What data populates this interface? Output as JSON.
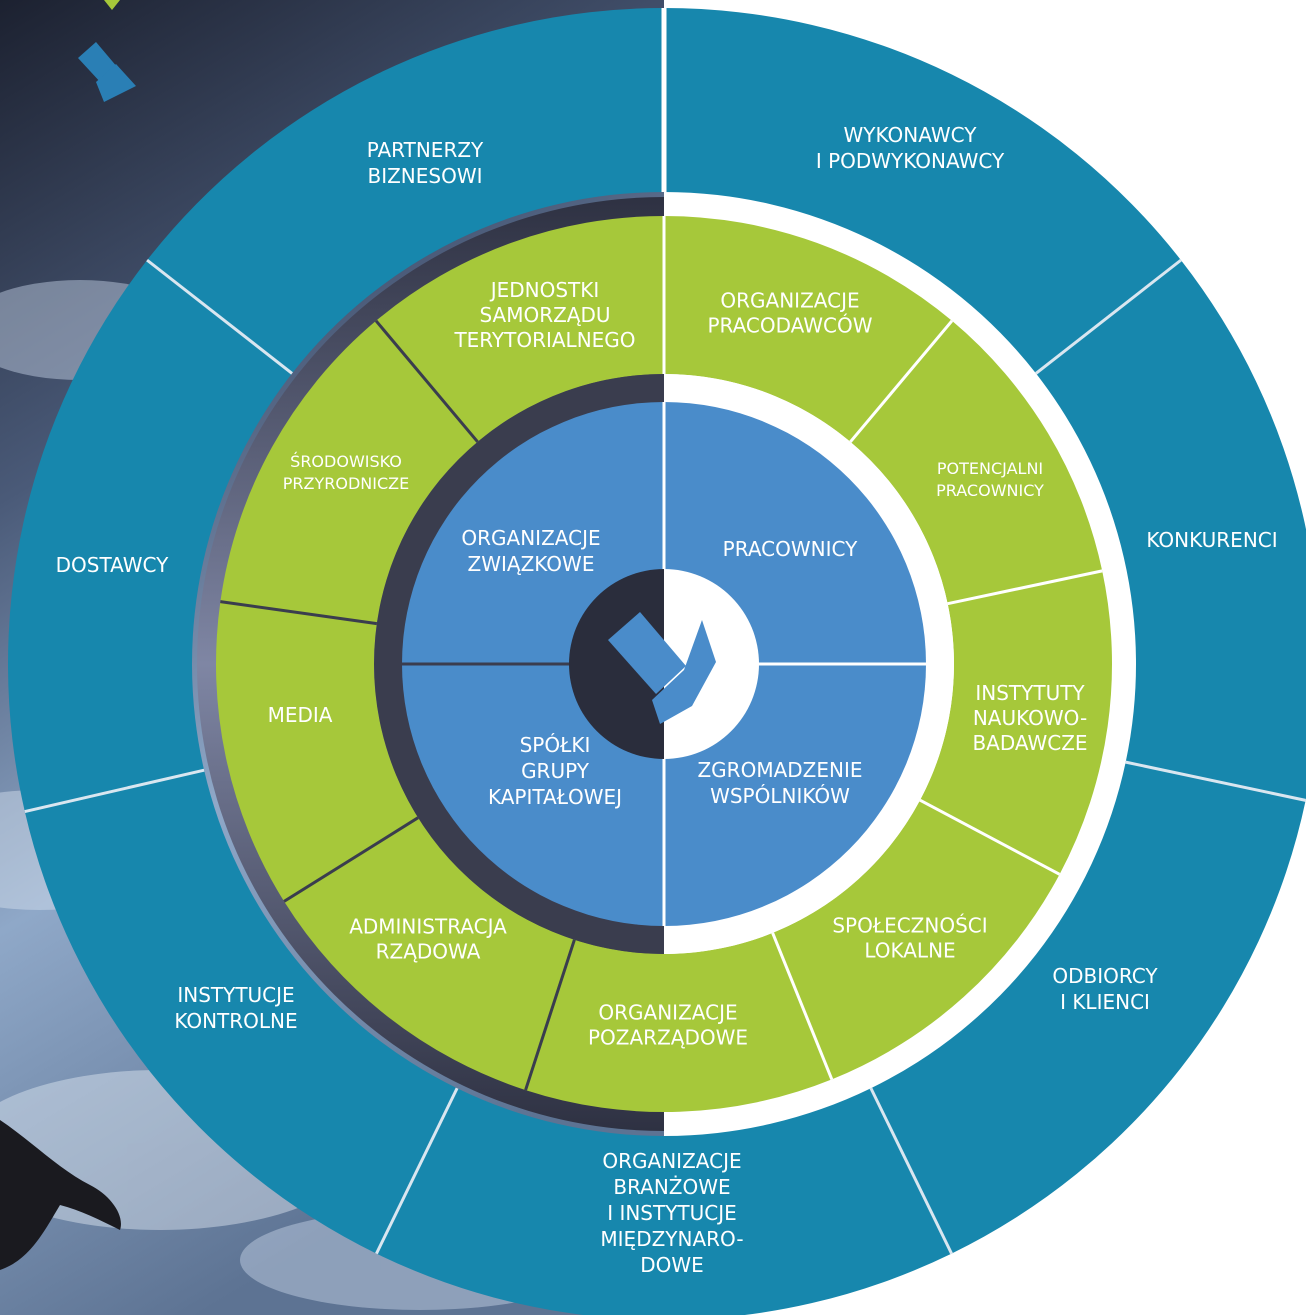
{
  "colors": {
    "outer_ring": "#1787ad",
    "middle_ring": "#a6c83a",
    "inner_circle": "#4a8cca",
    "dark_band": "#3a3d4e",
    "white_band": "#ffffff",
    "sky_dark": "#1c2130",
    "sky_light": "#8fa8c8"
  },
  "outer_ring": [
    {
      "id": "partnerzy",
      "lines": [
        "PARTNERZY",
        "BIZNESOWI"
      ]
    },
    {
      "id": "wykonawcy",
      "lines": [
        "WYKONAWCY",
        "I PODWYKONAWCY"
      ]
    },
    {
      "id": "konkurenci",
      "lines": [
        "KONKURENCI"
      ]
    },
    {
      "id": "odbiorcy",
      "lines": [
        "ODBIORCY",
        "I KLIENCI"
      ]
    },
    {
      "id": "branzowe",
      "lines": [
        "ORGANIZACJE",
        "BRANŻOWE",
        "I INSTYTUCJE",
        "MIĘDZYNARO-",
        "DOWE"
      ]
    },
    {
      "id": "kontrolne",
      "lines": [
        "INSTYTUCJE",
        "KONTROLNE"
      ]
    },
    {
      "id": "dostawcy",
      "lines": [
        "DOSTAWCY"
      ]
    }
  ],
  "middle_ring": [
    {
      "id": "pracodawcow",
      "lines": [
        "ORGANIZACJE",
        "PRACODAWCÓW"
      ]
    },
    {
      "id": "potencjalni",
      "lines": [
        "POTENCJALNI",
        "PRACOWNICY"
      ]
    },
    {
      "id": "instytuty",
      "lines": [
        "INSTYTUTY",
        "NAUKOWO-",
        "BADAWCZE"
      ]
    },
    {
      "id": "spolecznosci",
      "lines": [
        "SPOŁECZNOŚCI",
        "LOKALNE"
      ]
    },
    {
      "id": "pozarzadowe",
      "lines": [
        "ORGANIZACJE",
        "POZARZĄDOWE"
      ]
    },
    {
      "id": "administracja",
      "lines": [
        "ADMINISTRACJA",
        "RZĄDOWA"
      ]
    },
    {
      "id": "media",
      "lines": [
        "MEDIA"
      ]
    },
    {
      "id": "srodowisko",
      "lines": [
        "ŚRODOWISKO",
        "PRZYRODNICZE"
      ]
    },
    {
      "id": "samorzadu",
      "lines": [
        "JEDNOSTKI",
        "SAMORZĄDU",
        "TERYTORIALNEGO"
      ]
    }
  ],
  "inner_circle": [
    {
      "id": "zwiazkowe",
      "lines": [
        "ORGANIZACJE",
        "ZWIĄZKOWE"
      ]
    },
    {
      "id": "pracownicy",
      "lines": [
        "PRACOWNICY"
      ]
    },
    {
      "id": "zgromadzenie",
      "lines": [
        "ZGROMADZENIE",
        "WSPÓLNIKÓW"
      ]
    },
    {
      "id": "spolki",
      "lines": [
        "SPÓŁKI",
        "GRUPY",
        "KAPITAŁOWEJ"
      ]
    }
  ],
  "logo": {
    "name": "company-logo-icon"
  }
}
